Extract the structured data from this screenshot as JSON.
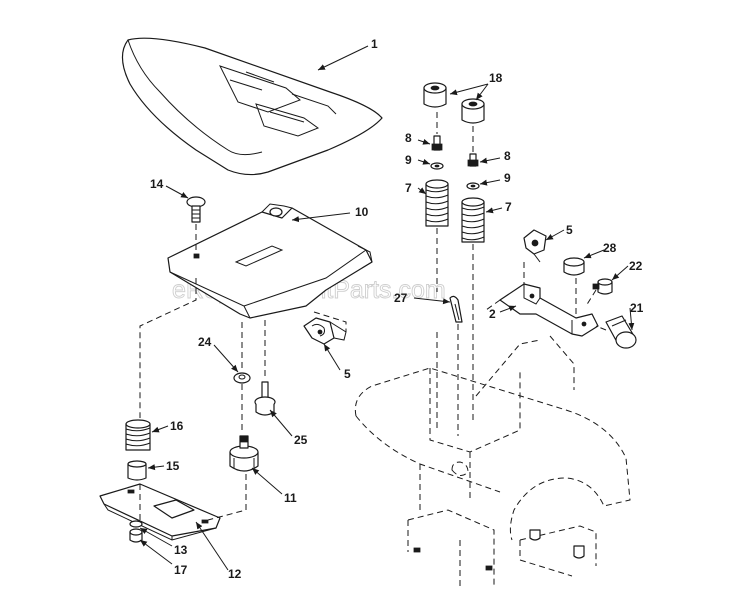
{
  "watermark": "eReplacementParts.com",
  "callouts": {
    "c1": "1",
    "c2": "2",
    "c5a": "5",
    "c5b": "5",
    "c7a": "7",
    "c7b": "7",
    "c8a": "8",
    "c8b": "8",
    "c9a": "9",
    "c9b": "9",
    "c10": "10",
    "c11": "11",
    "c12": "12",
    "c13": "13",
    "c14": "14",
    "c15": "15",
    "c16": "16",
    "c17": "17",
    "c18": "18",
    "c21": "21",
    "c22": "22",
    "c24": "24",
    "c25": "25",
    "c27": "27",
    "c28": "28"
  }
}
